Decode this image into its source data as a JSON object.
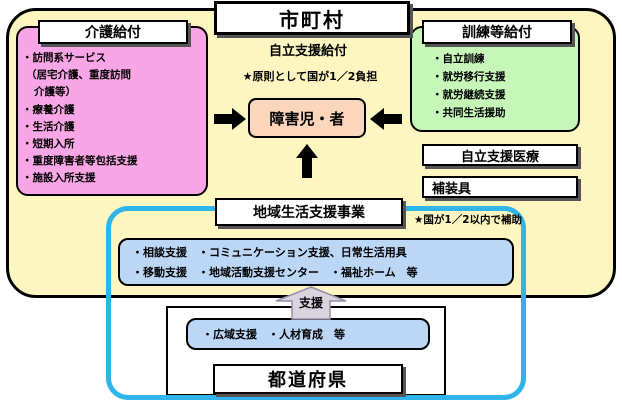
{
  "municipality": {
    "title": "市町村",
    "center_label": "障害児・者"
  },
  "independence_benefits": {
    "label": "自立支援給付",
    "funding_note": "★原則として国が1／2負担"
  },
  "care_benefits": {
    "title": "介護給付",
    "items": [
      "・訪問系サービス",
      "（居宅介護、重度訪問",
      "介護等）",
      "・療養介護",
      "・生活介護",
      "・短期入所",
      "・重度障害者等包括支援",
      "・施設入所支援"
    ]
  },
  "training_benefits": {
    "title": "訓練等給付",
    "items": [
      "・自立訓練",
      "・就労移行支援",
      "・就労継続支援",
      "・共同生活援助"
    ]
  },
  "independence_medical": "自立支援医療",
  "prosthetics": "補装具",
  "community_support": {
    "title": "地域生活支援事業",
    "subsidy_note": "★国が1／2以内で補助",
    "service_lines": [
      "・相談支援　・コミュニケーション支援、日常生活用具",
      "・移動支援　・地域活動支援センター　・福祉ホーム　等"
    ]
  },
  "support_label": "支援",
  "prefecture": {
    "title": "都道府県",
    "services": "・広域支援　・人材育成　等"
  },
  "colors": {
    "municipality_bg": "#fdf6c0",
    "care_bg": "#f9a6e6",
    "training_bg": "#c6f6b8",
    "center_bg": "#fbd6bd",
    "service_bg": "#bcd7f6",
    "community_frame": "#2fb5ea"
  }
}
